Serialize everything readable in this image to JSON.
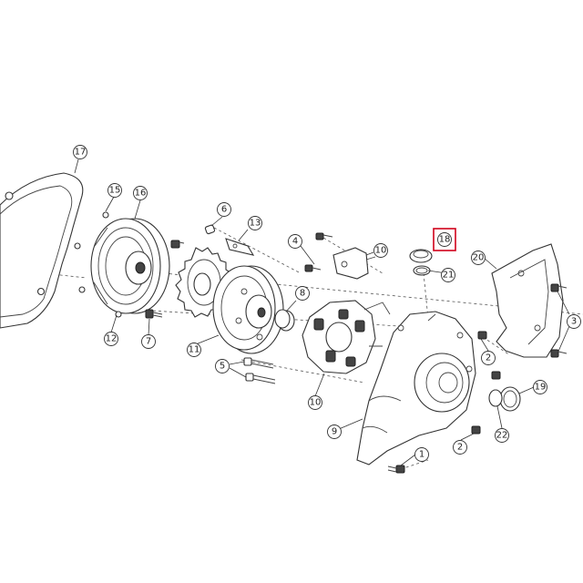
{
  "diagram": {
    "type": "exploded-parts-diagram",
    "highlight_color": "#d0021b",
    "highlighted_callout": "18",
    "callouts": [
      {
        "label": "17"
      },
      {
        "label": "15"
      },
      {
        "label": "16"
      },
      {
        "label": "6"
      },
      {
        "label": "13"
      },
      {
        "label": "4"
      },
      {
        "label": "10"
      },
      {
        "label": "18"
      },
      {
        "label": "21"
      },
      {
        "label": "20"
      },
      {
        "label": "3"
      },
      {
        "label": "12"
      },
      {
        "label": "7"
      },
      {
        "label": "11"
      },
      {
        "label": "8"
      },
      {
        "label": "5"
      },
      {
        "label": "10"
      },
      {
        "label": "2"
      },
      {
        "label": "9"
      },
      {
        "label": "19"
      },
      {
        "label": "22"
      },
      {
        "label": "2"
      },
      {
        "label": "1"
      }
    ]
  }
}
